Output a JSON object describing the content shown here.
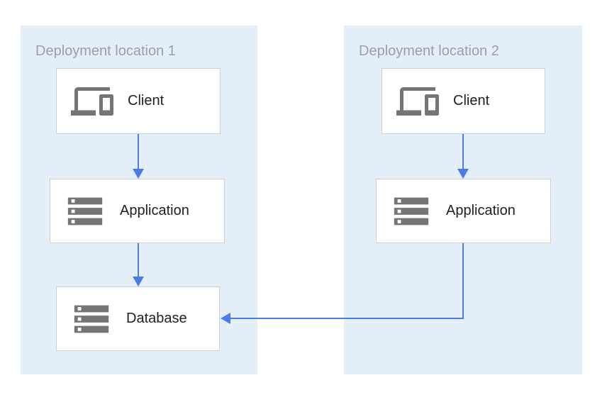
{
  "locations": [
    {
      "title": "Deployment location 1",
      "nodes": [
        {
          "label": "Client",
          "icon": "devices-icon"
        },
        {
          "label": "Application",
          "icon": "server-stack-icon"
        },
        {
          "label": "Database",
          "icon": "server-stack-icon"
        }
      ]
    },
    {
      "title": "Deployment location 2",
      "nodes": [
        {
          "label": "Client",
          "icon": "devices-icon"
        },
        {
          "label": "Application",
          "icon": "server-stack-icon"
        }
      ]
    }
  ],
  "edges": [
    {
      "from": "location-1-client",
      "to": "location-1-application",
      "shape": "straight-down"
    },
    {
      "from": "location-1-application",
      "to": "location-1-database",
      "shape": "straight-down"
    },
    {
      "from": "location-2-client",
      "to": "location-2-application",
      "shape": "straight-down"
    },
    {
      "from": "location-2-application",
      "to": "location-1-database",
      "shape": "down-then-left"
    }
  ],
  "colors": {
    "zone_background": "#e4effa",
    "node_background": "#ffffff",
    "node_border": "#cccfd3",
    "arrow": "#4a7de8",
    "icon": "#757575",
    "zone_title_text": "#9aa0a6",
    "node_label_text": "#212121"
  }
}
